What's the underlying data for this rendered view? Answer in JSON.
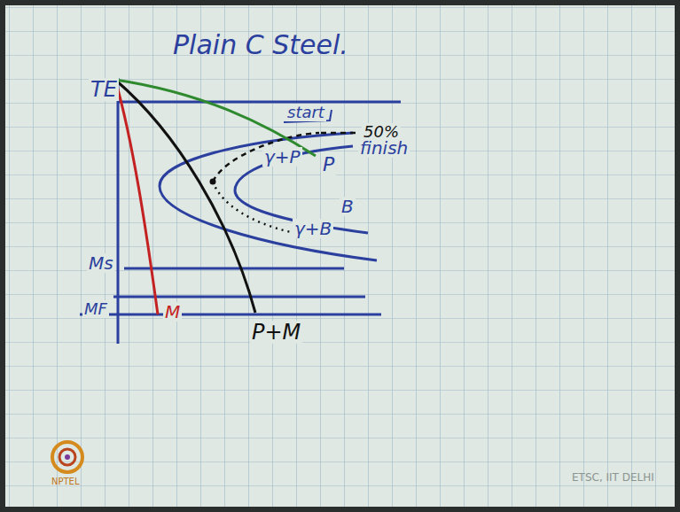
{
  "diagram": {
    "title": "Plain C Steel.",
    "labels": [
      "TE",
      "start",
      "50%",
      "γ+P",
      "finish",
      "P",
      "B",
      "γ+B",
      "Ms",
      "MF",
      "M",
      "P+M",
      "NPTEL",
      "ETSC, IIT DELHI"
    ]
  }
}
